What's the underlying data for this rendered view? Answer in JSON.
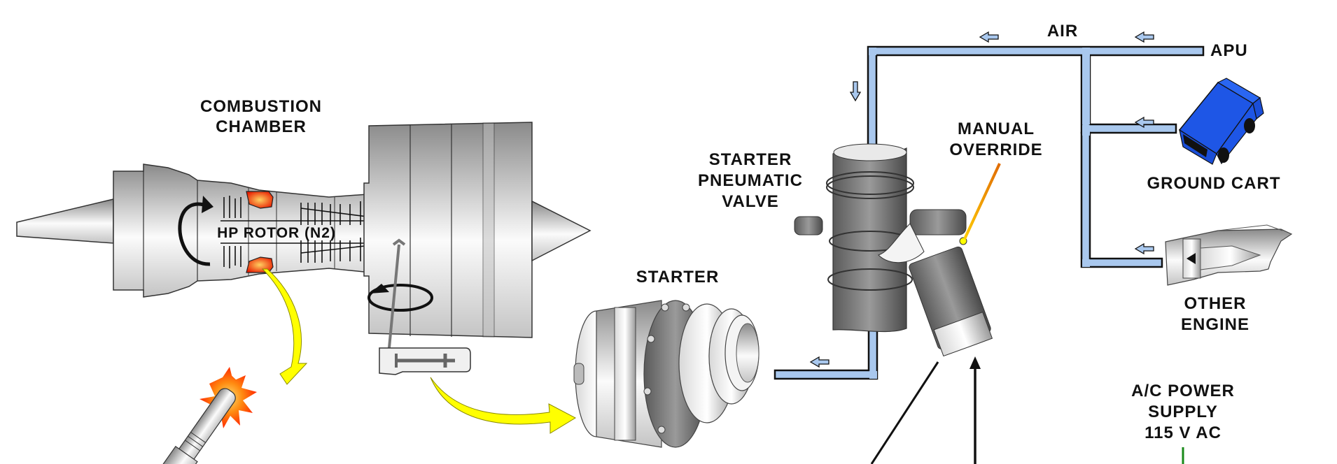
{
  "diagram": {
    "type": "engine-start-system",
    "labels": {
      "combustion_chamber": [
        "COMBUSTION",
        "CHAMBER"
      ],
      "hp_rotor": "HP ROTOR (N2)",
      "starter": "STARTER",
      "starter_pneumatic_valve": [
        "STARTER",
        "PNEUMATIC",
        "VALVE"
      ],
      "manual_override": [
        "MANUAL",
        "OVERRIDE"
      ],
      "air": "AIR",
      "apu": "APU",
      "ground_cart": "GROUND CART",
      "other_engine": [
        "OTHER",
        "ENGINE"
      ],
      "power_supply": [
        "A/C POWER",
        "SUPPLY",
        "115 V AC"
      ]
    },
    "air_sources": [
      "APU",
      "GROUND CART",
      "OTHER ENGINE"
    ],
    "colors": {
      "pipe_fill": "#a9c8ee",
      "pipe_outline": "#111111",
      "flow_arrow": "#ffff00",
      "flame": "#ff4400",
      "ground_cart": "#1e56e6",
      "power_line": "#1a8a1a",
      "leader_line": "#ff9900"
    }
  }
}
